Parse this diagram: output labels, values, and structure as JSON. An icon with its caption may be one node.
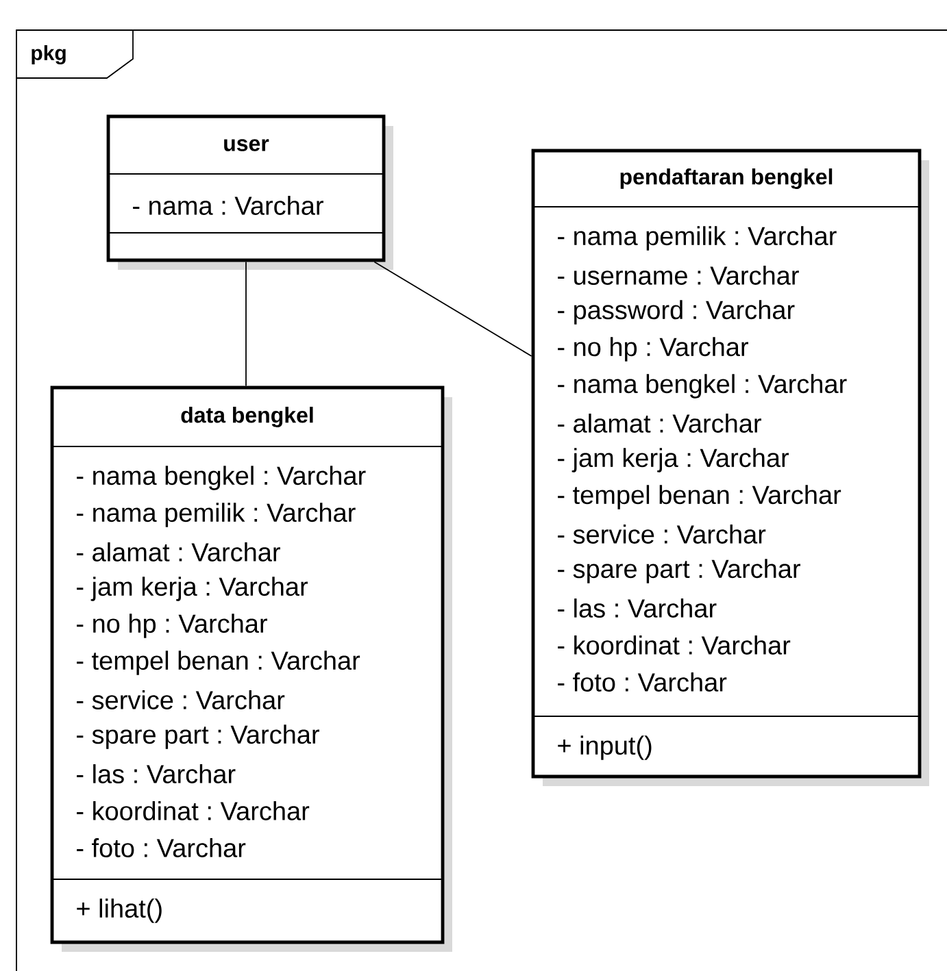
{
  "diagram": {
    "nodes": [
      {
        "text": [
          "pkg"
        ]
      },
      {
        "text": [
          "user",
          "- nama : Varchar"
        ],
        "in": 0
      },
      {
        "text": [
          "data bengkel",
          "- nama bengkel : Varchar",
          "- nama pemilik : Varchar",
          "- alamat : Varchar",
          "- jam kerja : Varchar",
          "- no hp : Varchar",
          "- tempel benan : Varchar",
          "- service : Varchar",
          "- spare part : Varchar",
          "- las : Varchar",
          "- koordinat : Varchar",
          "- foto : Varchar",
          "+ lihat()"
        ],
        "in": 0
      },
      {
        "text": [
          "pendaftaran bengkel",
          "- nama pemilik : Varchar",
          "- username : Varchar",
          "- password : Varchar",
          "- no hp : Varchar",
          "- nama bengkel : Varchar",
          "- alamat : Varchar",
          "- jam kerja : Varchar",
          "- tempel benan : Varchar",
          "- service : Varchar",
          "- spare part : Varchar",
          "- las : Varchar",
          "- koordinat : Varchar",
          "- foto : Varchar",
          "+ input()"
        ],
        "in": 0
      }
    ],
    "edges": [
      {
        "from": 1,
        "to": 2,
        "arrow": "none"
      },
      {
        "from": 1,
        "to": 3,
        "arrow": "none"
      }
    ]
  }
}
